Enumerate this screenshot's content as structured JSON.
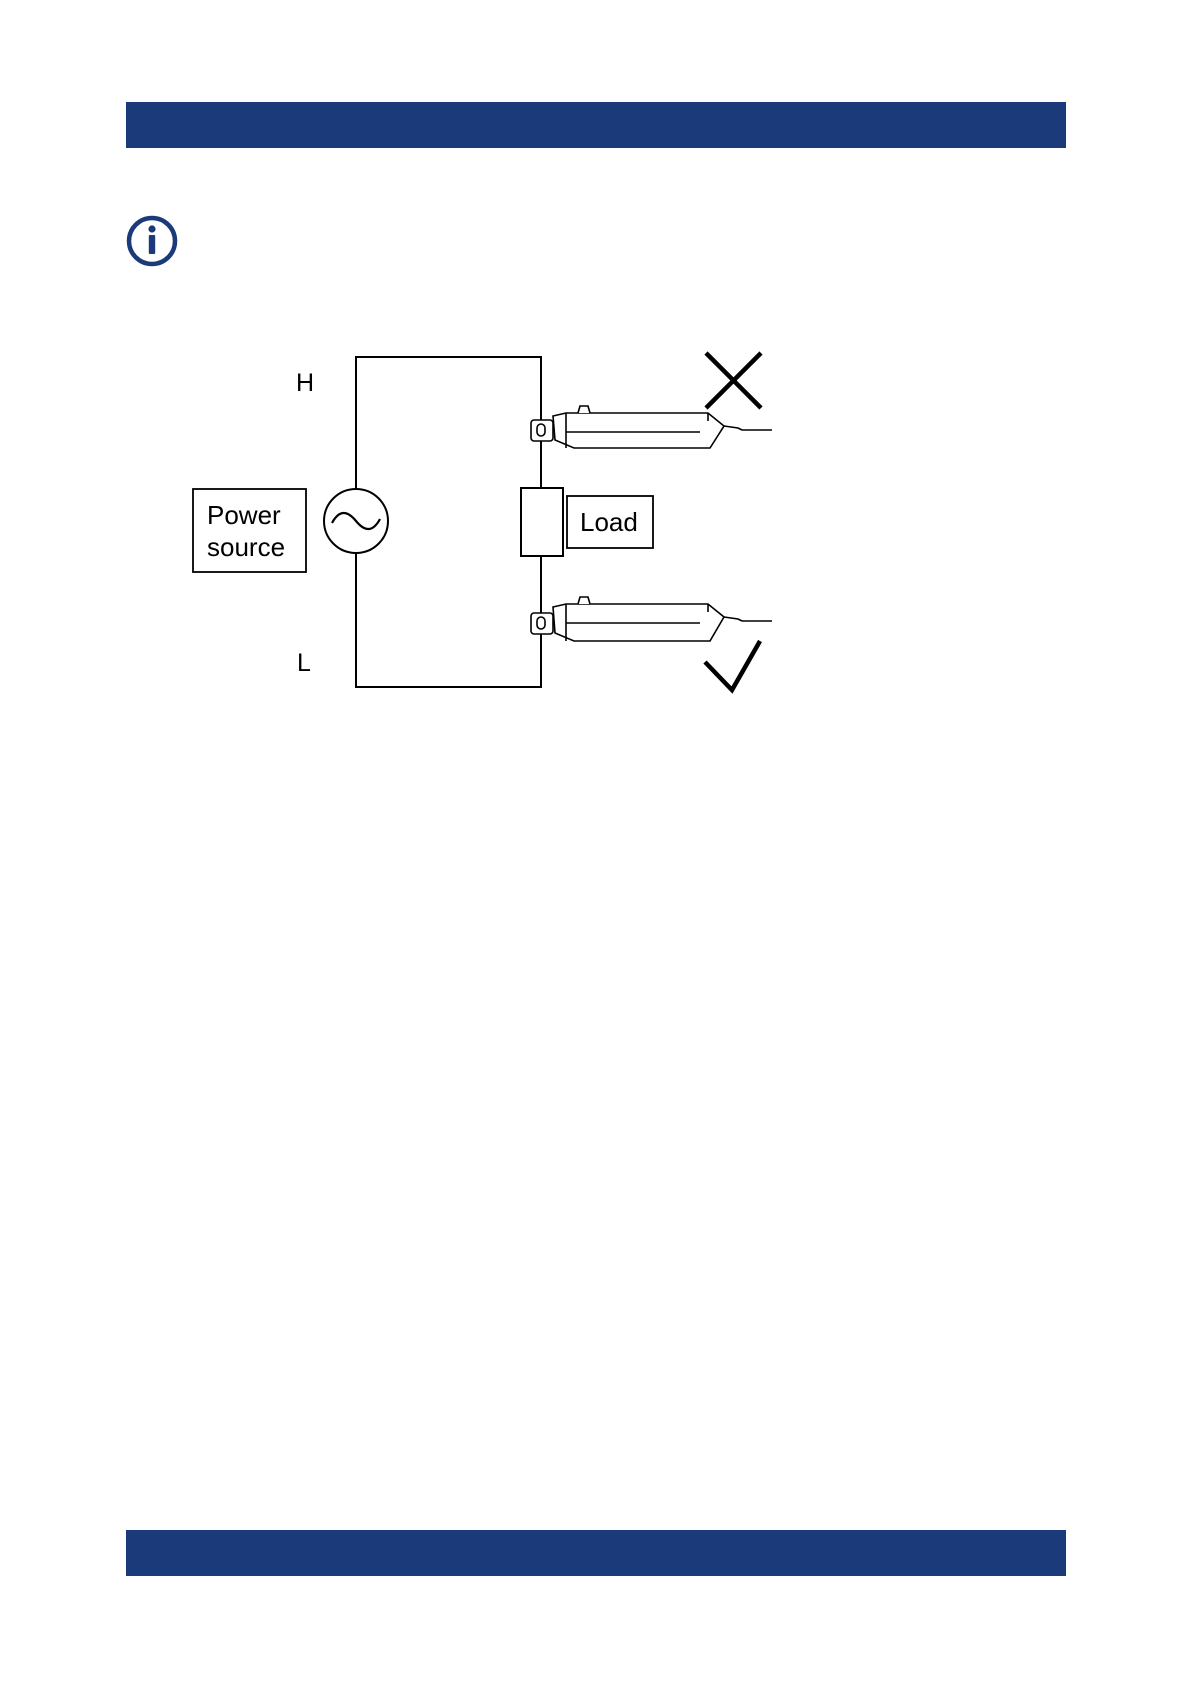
{
  "colors": {
    "header_bar": "#1a3a7a",
    "footer_bar": "#1a3a7a",
    "info_icon": "#1a3a7a",
    "line": "#000000"
  },
  "icons": {
    "info": "info-icon",
    "wrong": "cross-mark-icon",
    "correct": "check-mark-icon",
    "ac_source": "ac-sine-source-icon",
    "probe": "current-probe-clamp-icon"
  },
  "diagram": {
    "label_h": "H",
    "label_l": "L",
    "power_source_line1": "Power",
    "power_source_line2": "source",
    "load": "Load"
  }
}
